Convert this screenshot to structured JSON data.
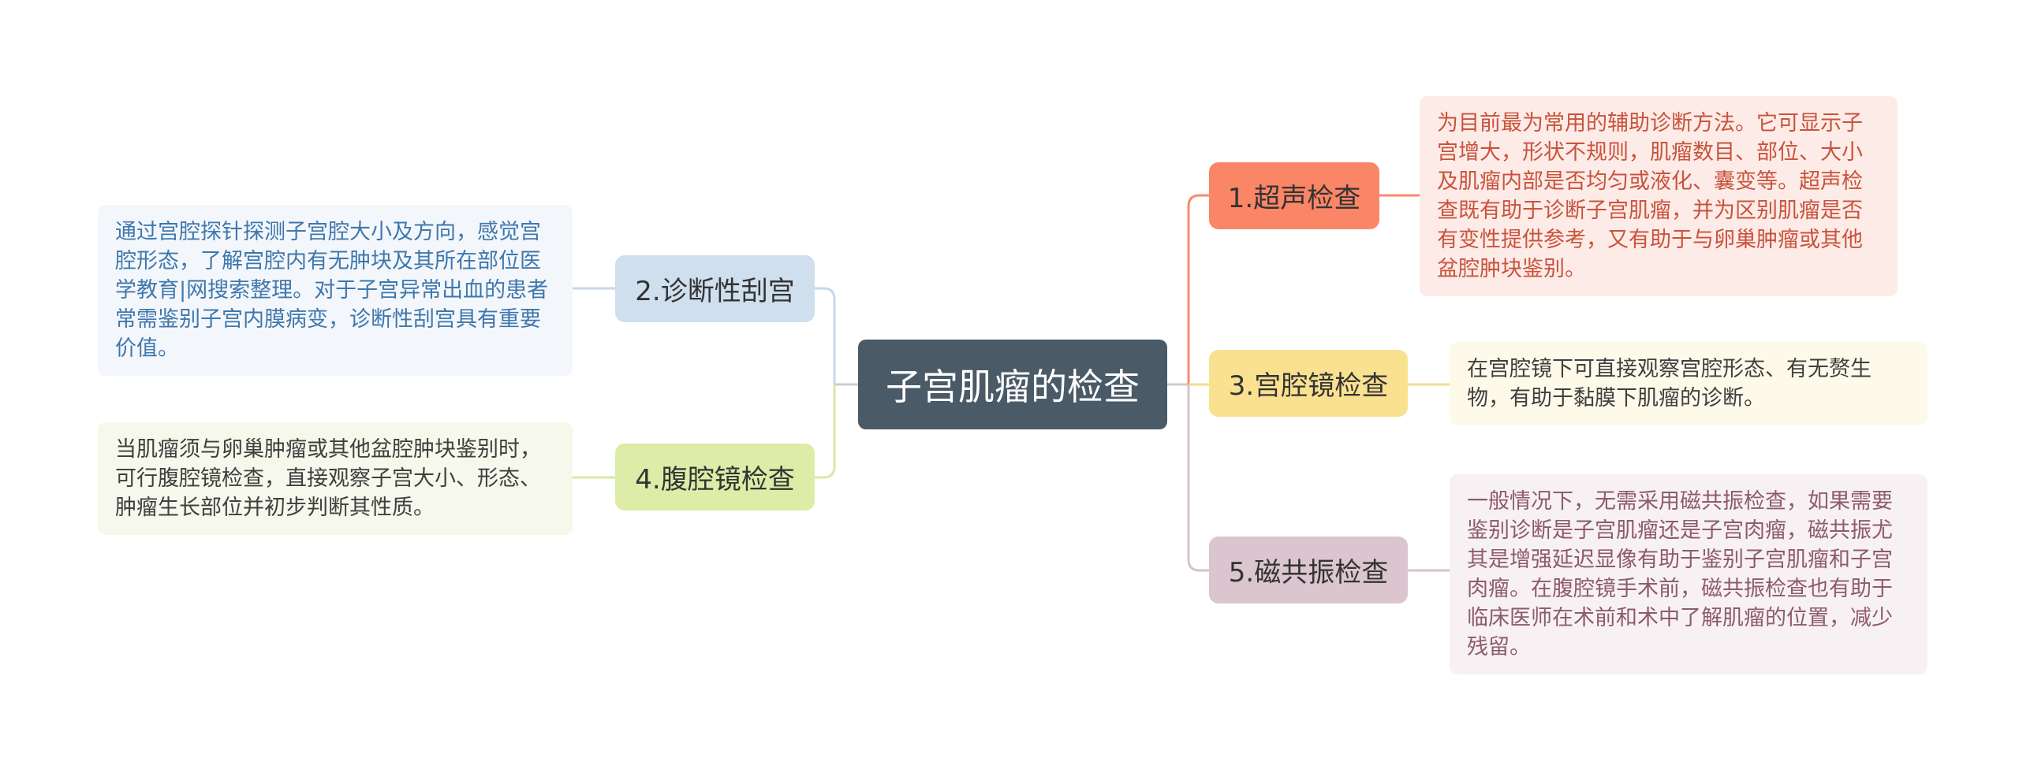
{
  "center": {
    "label": "子宫肌瘤的检查"
  },
  "branches": [
    {
      "label": "1.超声检查",
      "detail": "为目前最为常用的辅助诊断方法。它可显示子宫增大，形状不规则，肌瘤数目、部位、大小及肌瘤内部是否均匀或液化、囊变等。超声检查既有助于诊断子宫肌瘤，并为区别肌瘤是否有变性提供参考，又有助于与卵巢肿瘤或其他盆腔肿块鉴别。",
      "color": "#fb8567"
    },
    {
      "label": "2.诊断性刮宫",
      "detail": "通过宫腔探针探测子宫腔大小及方向，感觉宫腔形态，了解宫腔内有无肿块及其所在部位医学教育|网搜索整理。对于子宫异常出血的患者常需鉴别子宫内膜病变，诊断性刮宫具有重要价值。",
      "color": "#cfdfee"
    },
    {
      "label": "3.宫腔镜检查",
      "detail": "在宫腔镜下可直接观察宫腔形态、有无赘生物，有助于黏膜下肌瘤的诊断。",
      "color": "#fae190"
    },
    {
      "label": "4.腹腔镜检查",
      "detail": "当肌瘤须与卵巢肿瘤或其他盆腔肿块鉴别时，可行腹腔镜检查，直接观察子宫大小、形态、肿瘤生长部位并初步判断其性质。",
      "color": "#ddeca7"
    },
    {
      "label": "5.磁共振检查",
      "detail": "一般情况下，无需采用磁共振检查，如果需要鉴别诊断是子宫肌瘤还是子宫肉瘤，磁共振尤其是增强延迟显像有助于鉴别子宫肌瘤和子宫肉瘤。在腹腔镜手术前，磁共振检查也有助于临床医师在术前和术中了解肌瘤的位置，减少残留。",
      "color": "#dbc5ce"
    }
  ]
}
